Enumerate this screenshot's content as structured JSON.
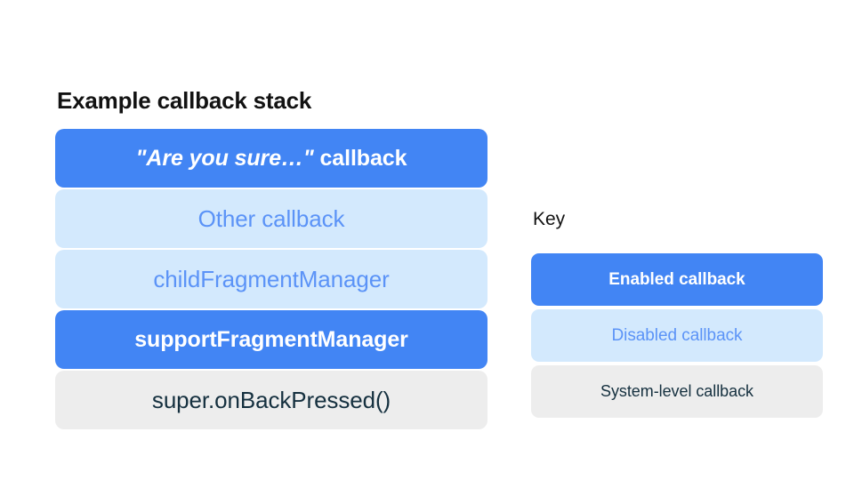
{
  "theme": {
    "background": "#FFFFFF",
    "enabled_fill": "#4285F4",
    "enabled_text": "#FFFFFF",
    "disabled_fill": "#D3E9FD",
    "disabled_text": "#5B93F7",
    "system_fill": "#EDEDED",
    "system_text": "#15303F",
    "heading_text": "#121212"
  },
  "stack": {
    "title": "Example callback stack",
    "rows": [
      {
        "label": "\"Are you sure…\" callback",
        "quoted_part": "\"Are you sure…\"",
        "plain_part": " callback",
        "variant": "enabled"
      },
      {
        "label": "Other callback",
        "variant": "disabled"
      },
      {
        "label": "childFragmentManager",
        "variant": "disabled"
      },
      {
        "label": "supportFragmentManager",
        "variant": "enabled"
      },
      {
        "label": "super.onBackPressed()",
        "variant": "system"
      }
    ]
  },
  "key": {
    "title": "Key",
    "rows": [
      {
        "label": "Enabled callback",
        "variant": "enabled"
      },
      {
        "label": "Disabled callback",
        "variant": "disabled"
      },
      {
        "label": "System-level callback",
        "variant": "system"
      }
    ]
  }
}
